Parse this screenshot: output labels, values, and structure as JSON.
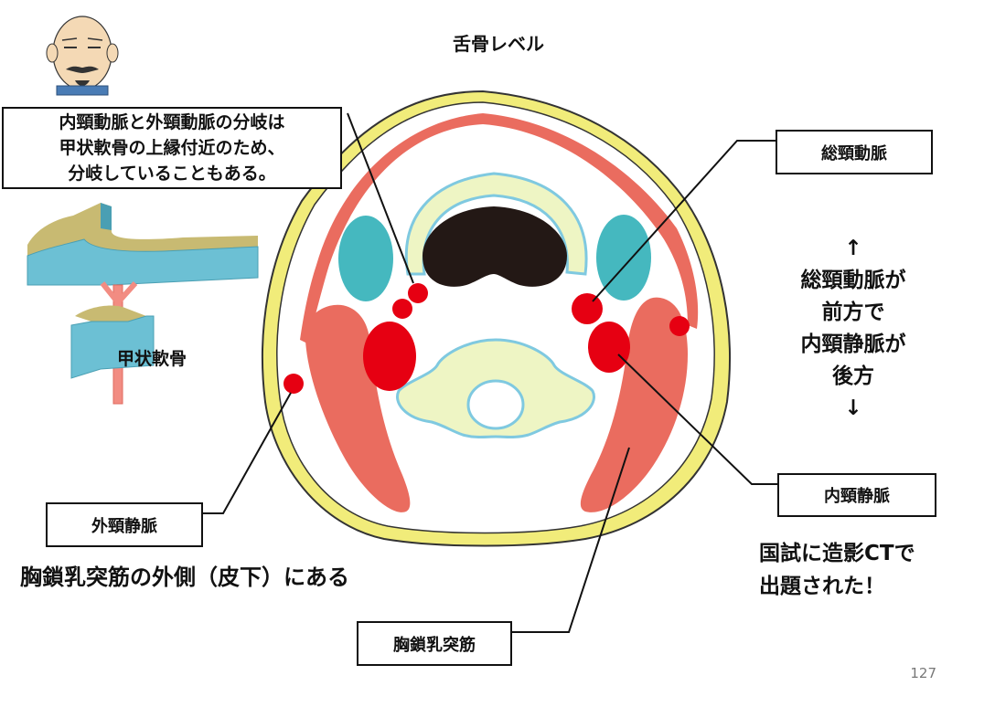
{
  "slide": {
    "title": "舌骨レベル",
    "page_number": "127"
  },
  "labels": {
    "bifurcation_note": [
      "内頸動脈と外頸動脈の分岐は",
      "甲状軟骨の上縁付近のため、",
      "分岐していることもある。"
    ],
    "common_carotid": "総頸動脈",
    "internal_jugular": "内頸静脈",
    "external_jugular": "外頸静脈",
    "sternocleidomastoid": "胸鎖乳突筋",
    "thyroid_cartilage": "甲状軟骨"
  },
  "side_text": {
    "arrow_up": "↑",
    "lines": [
      "総頸動脈が",
      "前方で",
      "内頸静脈が",
      "後方"
    ],
    "arrow_down": "↓"
  },
  "notes": {
    "ejv_position": "胸鎖乳突筋の外側（皮下）にある",
    "ct_exam": [
      "国試に造影CTで",
      "出題された！"
    ]
  },
  "colors": {
    "skin_yellow": "#f1ec7a",
    "muscle_red": "#ea6c5f",
    "vessel_red": "#e60012",
    "bone_light": "#eef5c4",
    "bone_outline": "#7fc9e0",
    "teal": "#45b8bf",
    "airway": "#231815",
    "cartilage_blue": "#6cc0d4"
  }
}
